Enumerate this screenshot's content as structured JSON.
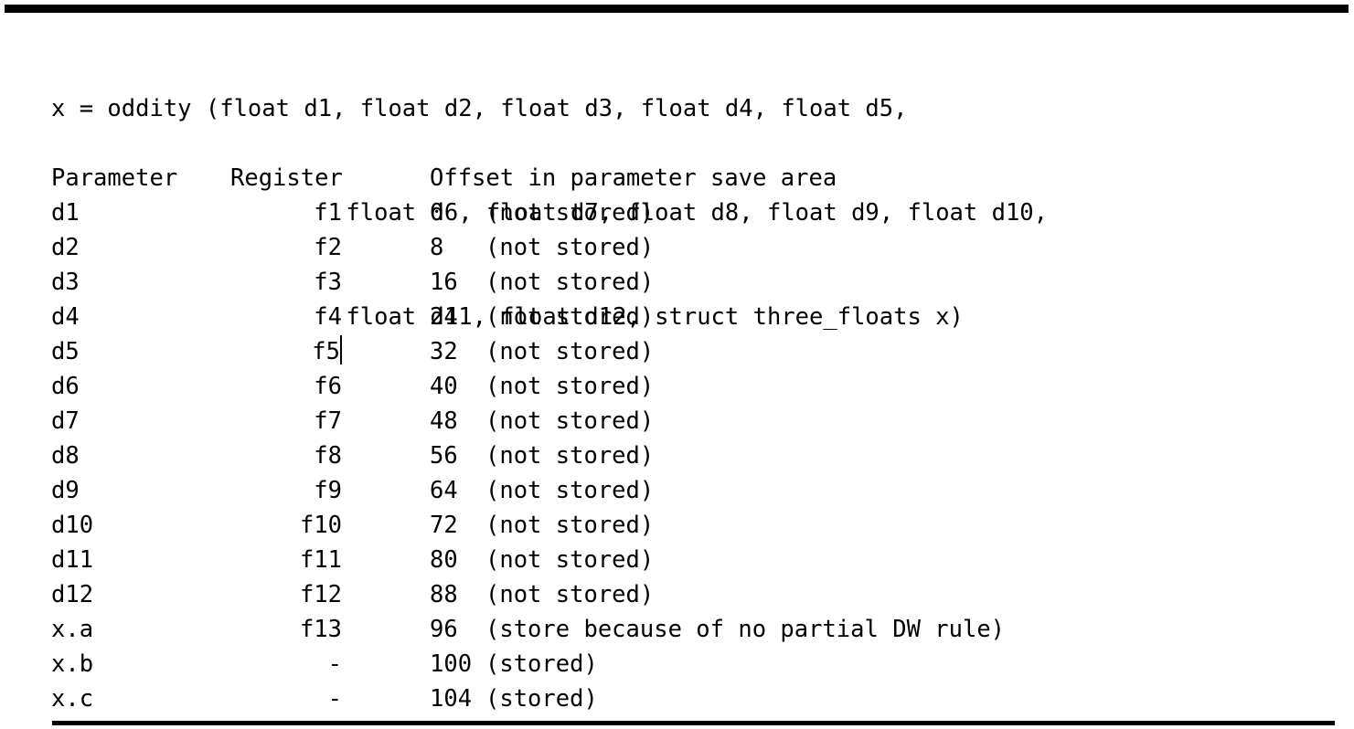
{
  "signature": {
    "lines": [
      "x = oddity (float d1, float d2, float d3, float d4, float d5,",
      "                     float d6, float d7, float d8, float d9, float d10,",
      "                     float d11, float d12, struct three_floats x)"
    ]
  },
  "table": {
    "headers": {
      "parameter": "Parameter",
      "register": "Register",
      "offset": "Offset in parameter save area"
    },
    "rows": [
      {
        "parameter": "d1",
        "register": "f1",
        "offset": "0",
        "note": "(not stored)"
      },
      {
        "parameter": "d2",
        "register": "f2",
        "offset": "8",
        "note": "(not stored)"
      },
      {
        "parameter": "d3",
        "register": "f3",
        "offset": "16",
        "note": "(not stored)"
      },
      {
        "parameter": "d4",
        "register": "f4",
        "offset": "24",
        "note": "(not stored)"
      },
      {
        "parameter": "d5",
        "register": "f5",
        "offset": "32",
        "note": "(not stored)"
      },
      {
        "parameter": "d6",
        "register": "f6",
        "offset": "40",
        "note": "(not stored)"
      },
      {
        "parameter": "d7",
        "register": "f7",
        "offset": "48",
        "note": "(not stored)"
      },
      {
        "parameter": "d8",
        "register": "f8",
        "offset": "56",
        "note": "(not stored)"
      },
      {
        "parameter": "d9",
        "register": "f9",
        "offset": "64",
        "note": "(not stored)"
      },
      {
        "parameter": "d10",
        "register": "f10",
        "offset": "72",
        "note": "(not stored)"
      },
      {
        "parameter": "d11",
        "register": "f11",
        "offset": "80",
        "note": "(not stored)"
      },
      {
        "parameter": "d12",
        "register": "f12",
        "offset": "88",
        "note": "(not stored)"
      },
      {
        "parameter": "x.a",
        "register": "f13",
        "offset": "96",
        "note": "(store because of no partial DW rule)"
      },
      {
        "parameter": "x.b",
        "register": "-",
        "offset": "100",
        "note": "(stored)"
      },
      {
        "parameter": "x.c",
        "register": "-",
        "offset": "104",
        "note": "(stored)"
      }
    ]
  },
  "caret": {
    "row_index": 4,
    "after_field": "register"
  },
  "colors": {
    "background": "#ffffff",
    "text": "#000000",
    "rule": "#000000"
  }
}
